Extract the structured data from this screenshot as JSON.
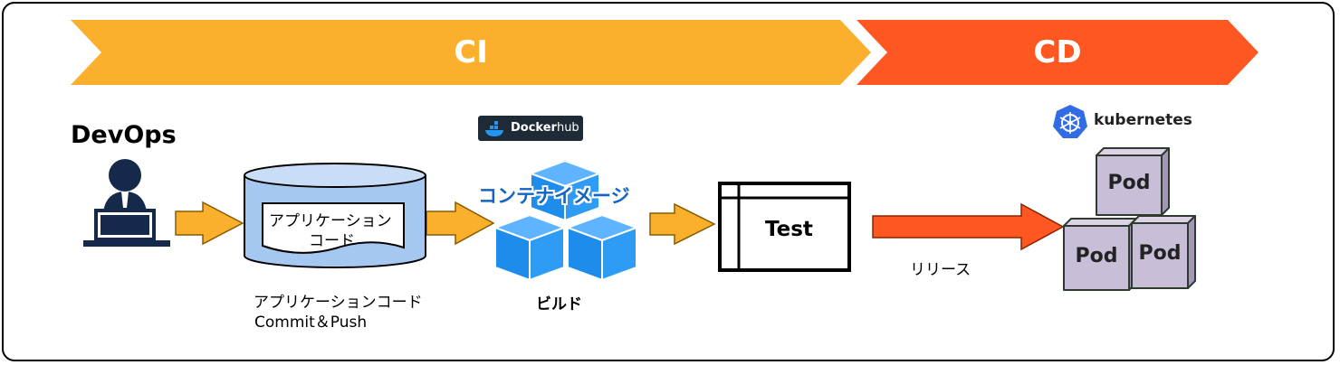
{
  "stages": {
    "ci": "CI",
    "cd": "CD"
  },
  "colors": {
    "ci": "#FBB02D",
    "cd": "#FF5722",
    "arrow": "#FBB02D",
    "docker": "#2496ED",
    "pod": "#C9BED8",
    "kubernetes": "#326CE5"
  },
  "devops": {
    "title": "DevOps"
  },
  "code": {
    "doc_label_line1": "アプリケーション",
    "doc_label_line2": "コード",
    "caption_line1": "アプリケーションコード",
    "caption_line2": "Commit＆Push"
  },
  "build": {
    "dockerhub_prefix": "Docker",
    "dockerhub_suffix": "hub",
    "container_image": "コンテナイメージ",
    "caption": "ビルド"
  },
  "test": {
    "label": "Test"
  },
  "release": {
    "label": "リリース"
  },
  "kubernetes": {
    "name": "kubernetes",
    "pods": [
      "Pod",
      "Pod",
      "Pod"
    ]
  }
}
